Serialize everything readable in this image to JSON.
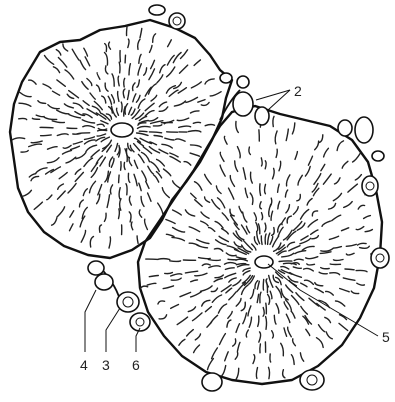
{
  "labels": {
    "l2": "2",
    "l3": "3",
    "l4": "4",
    "l5": "5",
    "l6": "6"
  }
}
